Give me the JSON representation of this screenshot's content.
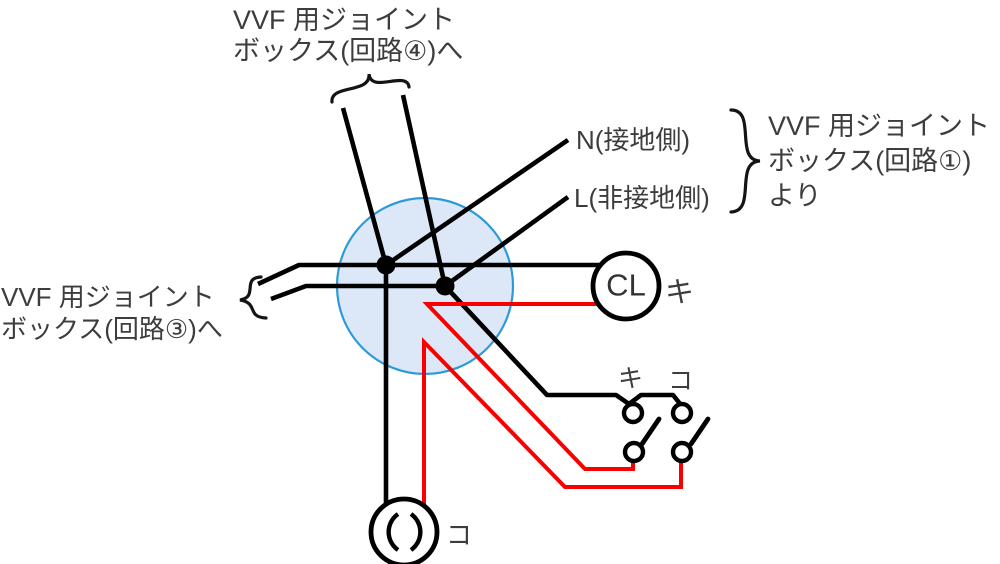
{
  "labels": {
    "top": {
      "line1": "VVF 用ジョイント",
      "line2": "ボックス(回路④)へ"
    },
    "left": {
      "line1": "VVF 用ジョイント",
      "line2": "ボックス(回路③)へ"
    },
    "source": {
      "line1": "VVF 用ジョイント",
      "line2": "ボックス(回路①)",
      "line3": "より"
    },
    "neutral": "N(接地側)",
    "live": "L(非接地側)"
  },
  "devices": {
    "ceiling_light": {
      "symbol": "CL",
      "circuit": "キ"
    },
    "receptacle": {
      "circuit": "コ"
    },
    "switch_ki": {
      "circuit": "キ"
    },
    "switch_ko": {
      "circuit": "コ"
    }
  },
  "colors": {
    "wire_black": "#000000",
    "wire_red": "#f80000",
    "junction_box_fill": "#dce8f7",
    "junction_box_stroke": "#2d9ad8",
    "text": "#3d3d3d"
  }
}
